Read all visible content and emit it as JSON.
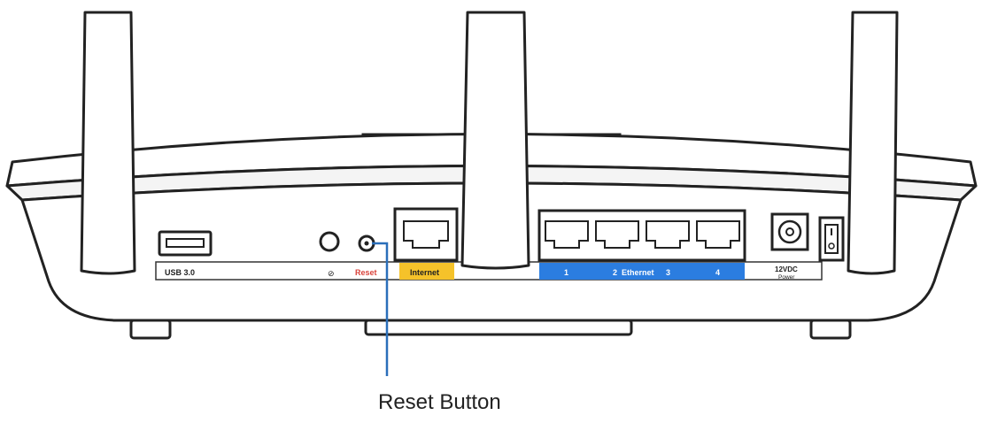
{
  "ports": {
    "usb_label": "USB 3.0",
    "wps_label": "⊘",
    "reset_label": "Reset",
    "internet_label": "Internet",
    "eth_1": "1",
    "eth_2": "2",
    "eth_name": "Ethernet",
    "eth_3": "3",
    "eth_4": "4",
    "power_label": "12VDC",
    "power_sub": "Power"
  },
  "callout": {
    "label": "Reset Button"
  },
  "colors": {
    "internet_strip": "#f5c22a",
    "ethernet_strip": "#2b7de0",
    "reset_text": "#d9433b",
    "callout_line": "#2a6fba"
  }
}
